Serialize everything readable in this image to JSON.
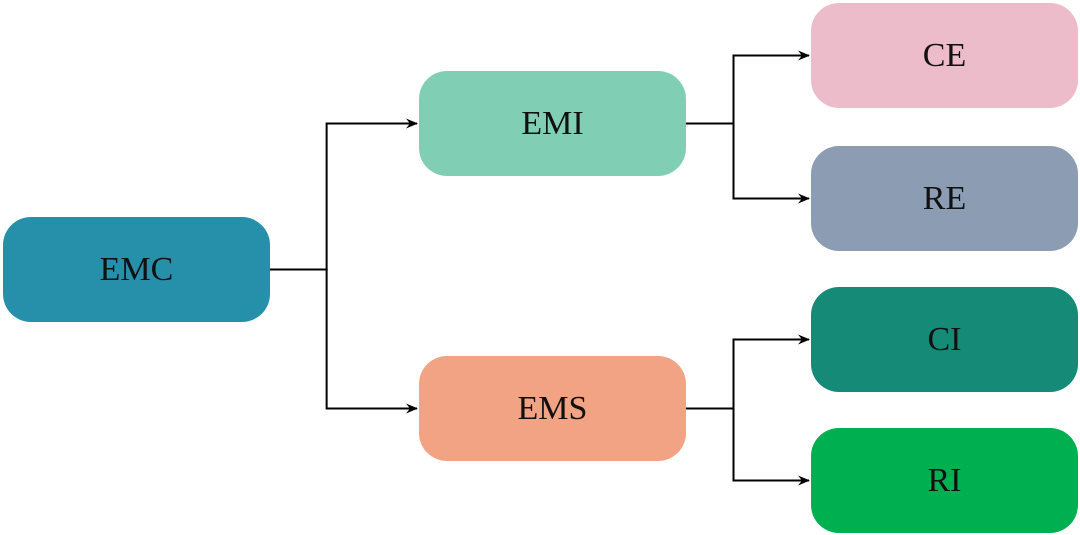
{
  "nodes": {
    "emc": {
      "label": "EMC",
      "color": "#2690ab"
    },
    "emi": {
      "label": "EMI",
      "color": "#80cfb5"
    },
    "ems": {
      "label": "EMS",
      "color": "#f2a383"
    },
    "ce": {
      "label": "CE",
      "color": "#edbccb"
    },
    "re": {
      "label": "RE",
      "color": "#8c9db3"
    },
    "ci": {
      "label": "CI",
      "color": "#148a77"
    },
    "ri": {
      "label": "RI",
      "color": "#00b050"
    }
  },
  "edges": [
    {
      "from": "emc",
      "to": "emi"
    },
    {
      "from": "emc",
      "to": "ems"
    },
    {
      "from": "emi",
      "to": "ce"
    },
    {
      "from": "emi",
      "to": "re"
    },
    {
      "from": "ems",
      "to": "ci"
    },
    {
      "from": "ems",
      "to": "ri"
    }
  ],
  "connector_color": "#000000"
}
